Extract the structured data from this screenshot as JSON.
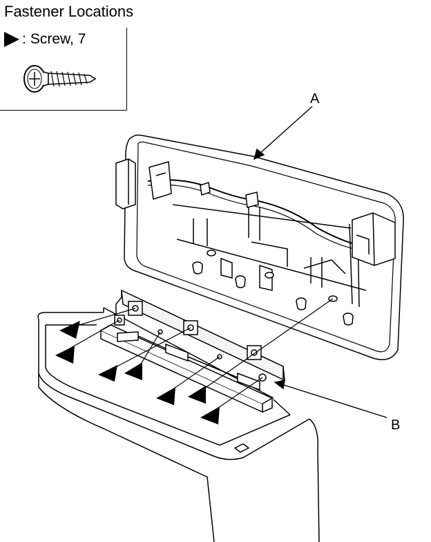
{
  "title": "Fastener Locations",
  "legend": {
    "symbol_icon": "fastener-arrow-icon",
    "separator": ":",
    "label": "Screw, 7"
  },
  "callouts": {
    "a": "A",
    "b": "B"
  }
}
